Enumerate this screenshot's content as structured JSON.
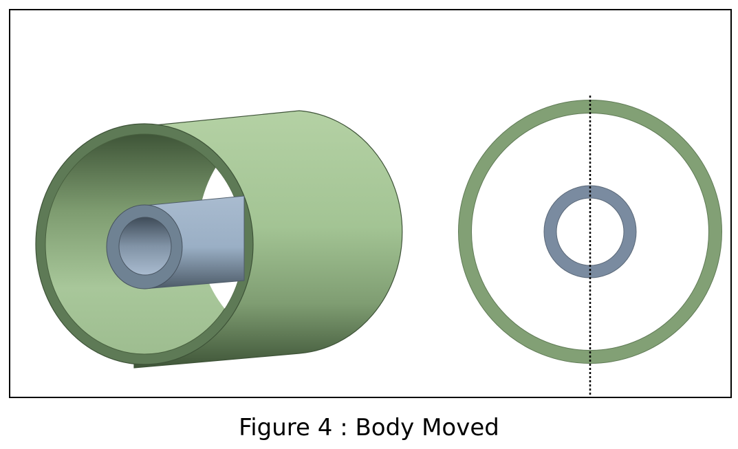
{
  "figure": {
    "caption": "Figure 4 : Body Moved",
    "views": [
      {
        "name": "isometric-view",
        "shape": "outer tube with offset inner tube"
      },
      {
        "name": "section-view",
        "shape": "concentric rings with dashed centerline"
      }
    ],
    "colors": {
      "outer_tube": "#9dbd8e",
      "outer_tube_dark": "#4f6a48",
      "outer_rim": "#5e7a56",
      "inner_tube": "#9fb1c6",
      "inner_rim": "#6f8293",
      "section_outer_ring": "#82a075",
      "section_inner_ring": "#7a8ba0",
      "centerline": "#000000",
      "frame": "#000000"
    }
  }
}
